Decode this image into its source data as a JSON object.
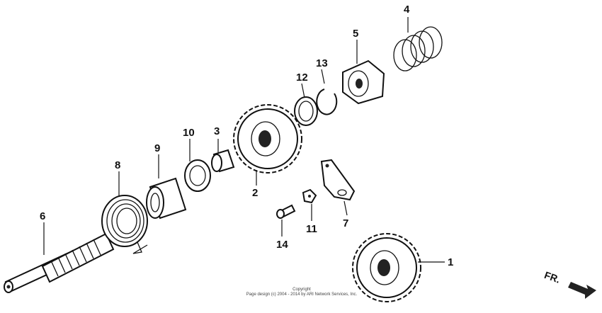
{
  "callouts": [
    "1",
    "2",
    "3",
    "4",
    "5",
    "6",
    "7",
    "8",
    "9",
    "10",
    "11",
    "12",
    "13",
    "14"
  ],
  "copyright_line1": "Copyright",
  "copyright_line2": "Page design (c) 2004 - 2014 by ARI Network Services, Inc.",
  "direction_label": "FR.",
  "colors": {
    "ink": "#111111",
    "background": "#ffffff"
  }
}
